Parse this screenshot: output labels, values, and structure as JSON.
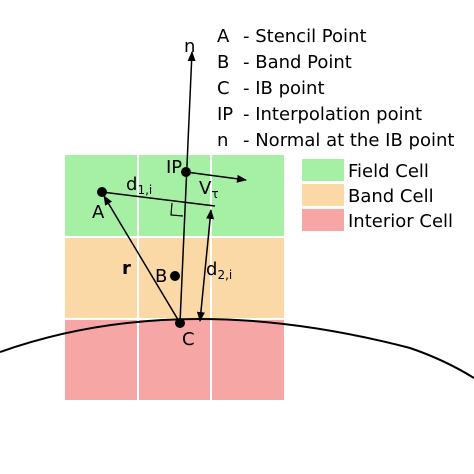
{
  "legend_text": [
    {
      "key": "A",
      "text": "- Stencil Point"
    },
    {
      "key": "B",
      "text": "- Band Point"
    },
    {
      "key": "C",
      "text": "- IB point"
    },
    {
      "key": "IP",
      "text": "- Interpolation point"
    },
    {
      "key": "n",
      "text": "- Normal at the IB point"
    }
  ],
  "cell_legend": [
    {
      "label": "Field Cell",
      "color": "#a6f0a6"
    },
    {
      "label": "Band Cell",
      "color": "#fad9a6"
    },
    {
      "label": "Interior Cell",
      "color": "#f7a6a6"
    }
  ],
  "labels": {
    "n": "n",
    "IP": "IP",
    "V": "V",
    "tau": "τ",
    "A": "A",
    "B": "B",
    "C": "C",
    "r": "r",
    "d1": "d",
    "d1_sub": "1,i",
    "d2": "d",
    "d2_sub": "2,i"
  }
}
